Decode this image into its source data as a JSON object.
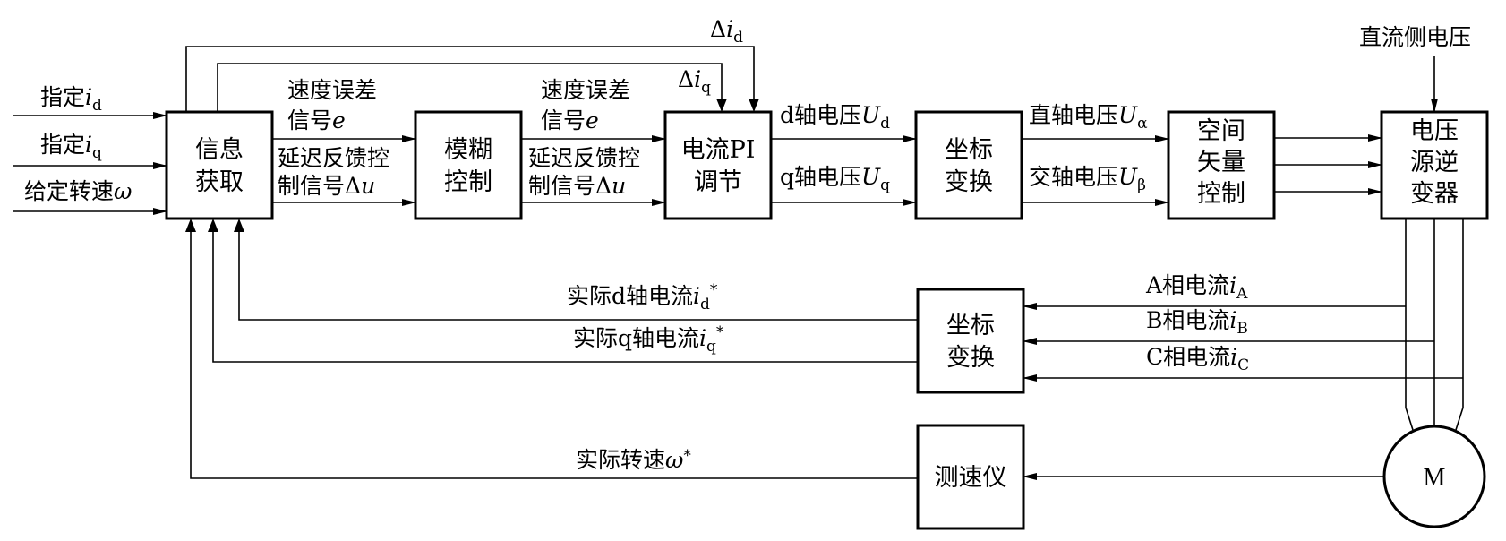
{
  "blocks": {
    "info": [
      "信息",
      "获取"
    ],
    "fuzzy": [
      "模糊",
      "控制"
    ],
    "pi": [
      "电流PI",
      "调节"
    ],
    "coord_top": [
      "坐标",
      "变换"
    ],
    "svm": [
      "空间",
      "矢量",
      "控制"
    ],
    "inverter": [
      "电压",
      "源逆",
      "变器"
    ],
    "coord_bottom": [
      "坐标",
      "变换"
    ],
    "tacho": "测速仪",
    "motor": "M"
  },
  "inputs": {
    "id_prefix": "指定",
    "id_var": "i",
    "id_sub": "d",
    "iq_prefix": "指定",
    "iq_var": "i",
    "iq_sub": "q",
    "speed_prefix": "给定转速",
    "speed_var": "ω"
  },
  "signals": {
    "speed_error_1_line1": "速度误差",
    "speed_error_1_line2": "信号",
    "speed_error_1_var": "e",
    "delay_fb_1_line1": "延迟反馈控",
    "delay_fb_1_line2": "制信号Δ",
    "delay_fb_1_var": "u",
    "speed_error_2_line1": "速度误差",
    "speed_error_2_line2": "信号",
    "speed_error_2_var": "e",
    "delay_fb_2_line1": "延迟反馈控",
    "delay_fb_2_line2": "制信号Δ",
    "delay_fb_2_var": "u",
    "delta_id_prefix": "Δ",
    "delta_id_var": "i",
    "delta_id_sub": "d",
    "delta_iq_prefix": "Δ",
    "delta_iq_var": "i",
    "delta_iq_sub": "q",
    "ud_prefix": "d轴电压",
    "ud_var": "U",
    "ud_sub": "d",
    "uq_prefix": "q轴电压",
    "uq_var": "U",
    "uq_sub": "q",
    "ualpha_prefix": "直轴电压",
    "ualpha_var": "U",
    "ualpha_sub": "α",
    "ubeta_prefix": "交轴电压",
    "ubeta_var": "U",
    "ubeta_sub": "β",
    "dc_voltage": "直流侧电压",
    "ia_prefix": "A相电流",
    "ia_var": "i",
    "ia_sub": "A",
    "ib_prefix": "B相电流",
    "ib_var": "i",
    "ib_sub": "B",
    "ic_prefix": "C相电流",
    "ic_var": "i",
    "ic_sub": "C",
    "actual_id_prefix": "实际d轴电流",
    "actual_id_var": "i",
    "actual_id_sub": "d",
    "actual_id_sup": "*",
    "actual_iq_prefix": "实际q轴电流",
    "actual_iq_var": "i",
    "actual_iq_sub": "q",
    "actual_iq_sup": "*",
    "actual_speed_prefix": "实际转速",
    "actual_speed_var": "ω",
    "actual_speed_sup": "*"
  }
}
